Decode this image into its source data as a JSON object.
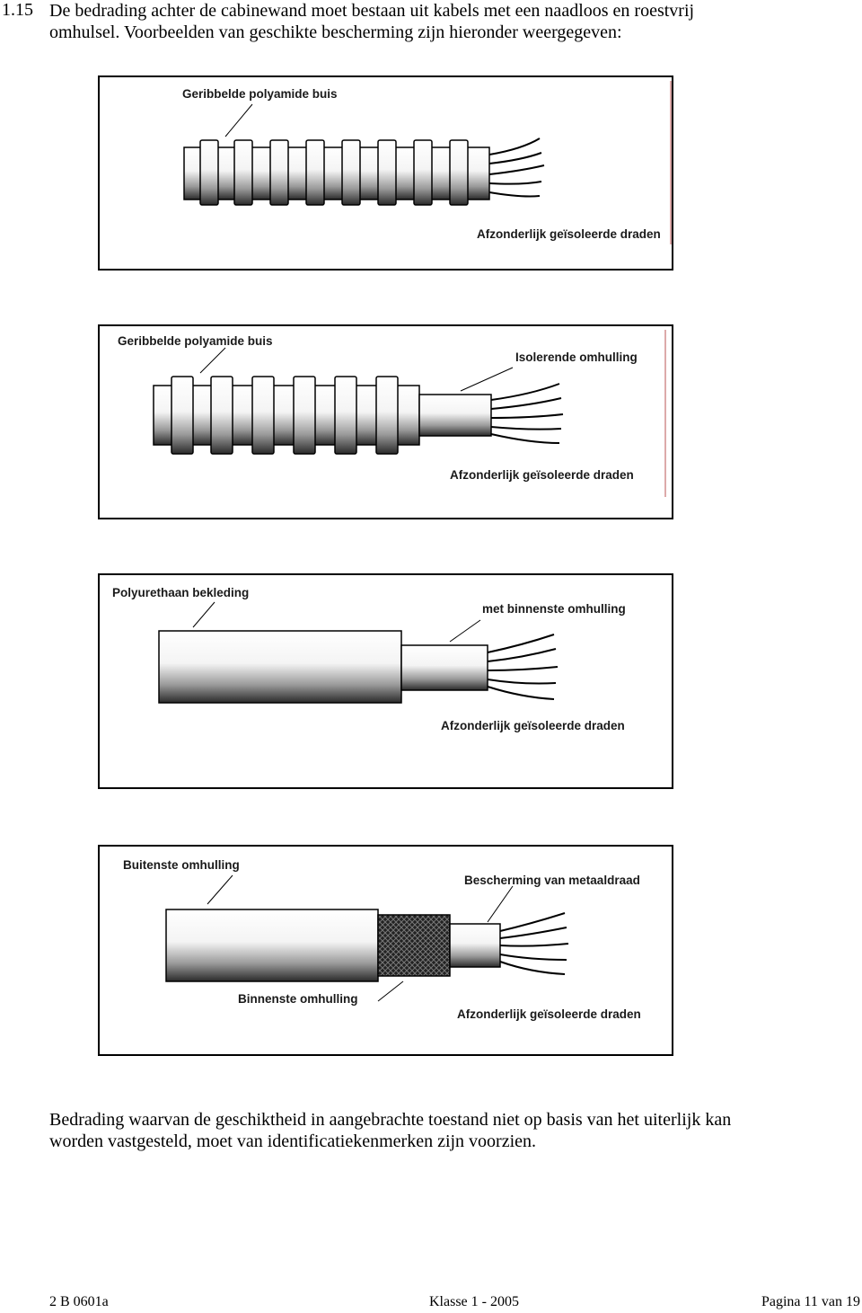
{
  "section": {
    "number": "1.15",
    "intro_line1": "De bedrading achter de cabinewand moet bestaan uit kabels met een naadloos en roestvrij",
    "intro_line2": "omhulsel. Voorbeelden van geschikte bescherming zijn hieronder weergegeven:"
  },
  "figures": [
    {
      "labels": {
        "tube": "Geribbelde polyamide buis",
        "wires": "Afzonderlijk geïsoleerde draden"
      }
    },
    {
      "labels": {
        "tube": "Geribbelde polyamide buis",
        "insulation": "Isolerende omhulling",
        "wires": "Afzonderlijk geïsoleerde draden"
      }
    },
    {
      "labels": {
        "coating": "Polyurethaan bekleding",
        "inner": "met binnenste omhulling",
        "wires": "Afzonderlijk geïsoleerde draden"
      }
    },
    {
      "labels": {
        "outer": "Buitenste omhulling",
        "metal": "Bescherming van metaaldraad",
        "inner": "Binnenste omhulling",
        "wires": "Afzonderlijk geïsoleerde draden"
      }
    }
  ],
  "closing": {
    "line1": "Bedrading waarvan de geschiktheid in aangebrachte toestand niet op basis van het uiterlijk kan",
    "line2": "worden vastgesteld, moet van identificatiekenmerken zijn voorzien."
  },
  "footer": {
    "doc_code": "2 B 0601a",
    "class": "Klasse 1 - 2005",
    "page": "Pagina 11 van 19"
  }
}
